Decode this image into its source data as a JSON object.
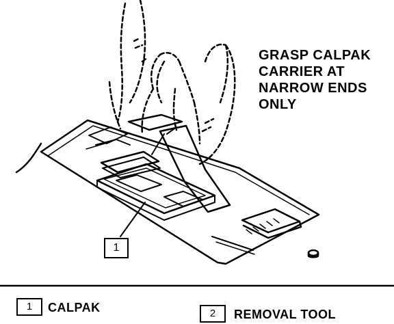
{
  "note": {
    "lines": [
      "GRASP CALPAK",
      "CARRIER AT",
      "NARROW ENDS",
      "ONLY"
    ]
  },
  "callout": {
    "number": "1"
  },
  "legend": {
    "items": [
      {
        "number": "1",
        "label": "CALPAK"
      },
      {
        "number": "2",
        "label": "REMOVAL TOOL"
      }
    ]
  }
}
